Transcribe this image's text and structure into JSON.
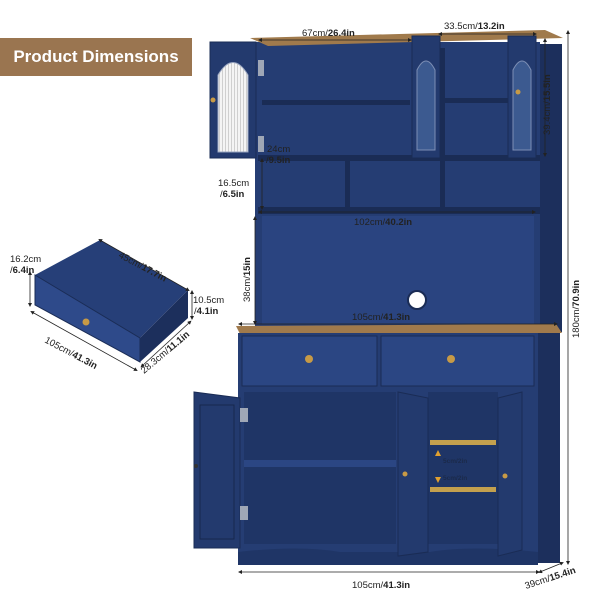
{
  "banner": {
    "title": "Product Dimensions"
  },
  "dimensions": {
    "top_width": {
      "cm": "67cm",
      "in": "26.4in"
    },
    "top_right_width": {
      "cm": "33.5cm",
      "in": "13.2in"
    },
    "top_cabinet_height": {
      "cm": "39.4cm",
      "in": "15.5in"
    },
    "top_depth": {
      "cm": "24cm",
      "in": "9.5in"
    },
    "open_shelf_height": {
      "cm": "16.5cm",
      "in": "6.5in"
    },
    "middle_width": {
      "cm": "102cm",
      "in": "40.2in"
    },
    "middle_height": {
      "cm": "38cm",
      "in": "15in"
    },
    "counter_width": {
      "cm": "105cm",
      "in": "41.3in"
    },
    "total_height": {
      "cm": "180cm",
      "in": "70.9in"
    },
    "base_width": {
      "cm": "105cm",
      "in": "41.3in"
    },
    "base_depth": {
      "cm": "39cm",
      "in": "15.4in"
    },
    "adjust_step_1": {
      "cm": "5cm",
      "in": "2in"
    },
    "adjust_step_2": {
      "cm": "5cm",
      "in": "2in"
    }
  },
  "drawer": {
    "depth": {
      "cm": "45cm",
      "in": "17.7in"
    },
    "height": {
      "cm": "16.2cm",
      "in": "6.4in"
    },
    "inner_height": {
      "cm": "10.5cm",
      "in": "4.1in"
    },
    "width": {
      "cm": "105cm",
      "in": "41.3in"
    },
    "side_depth": {
      "cm": "28.3cm",
      "in": "11.1in"
    }
  },
  "colors": {
    "cabinet_navy": "#253d73",
    "cabinet_dark": "#1c2f5c",
    "wood_top": "#a07a4c",
    "banner": "#9a7550",
    "handle_gold": "#c79a46"
  }
}
